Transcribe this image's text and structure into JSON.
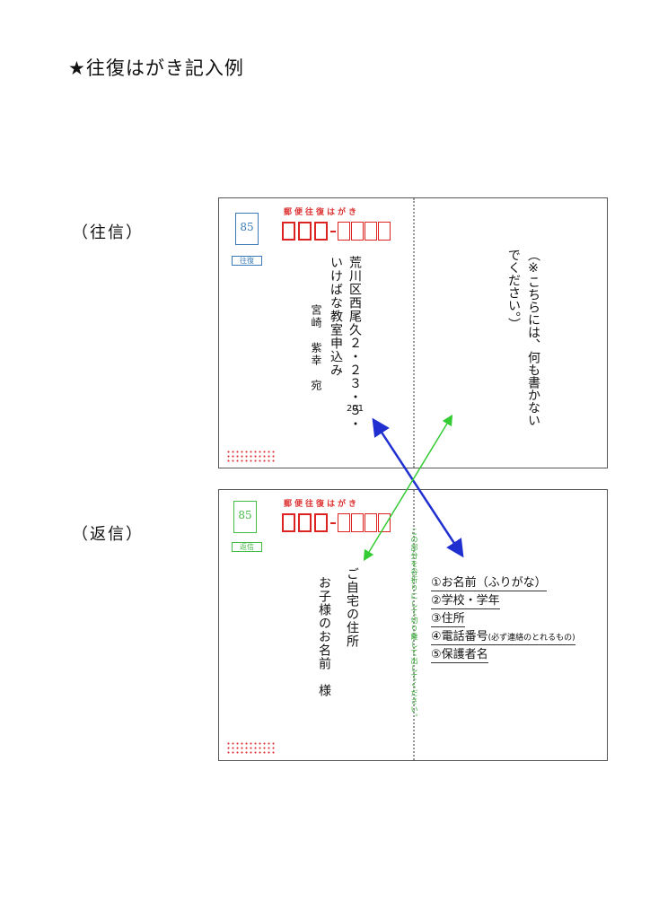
{
  "title": "★往復はがき記入例",
  "labels": {
    "outgoing": "（往信）",
    "reply": "（返信）"
  },
  "outgoing": {
    "header": "郵便往復はがき",
    "stamp_value": "85",
    "stamp_tab": "往復",
    "address_line1": "荒川区西尾久２・２３・５・",
    "address_room": "201",
    "recipient_org": "いけばな教室申込み",
    "recipient_name": "宮崎　紫幸　宛",
    "right_note": "（※こちらには、何も書かないでください。）"
  },
  "reply": {
    "header": "郵便往復はがき",
    "stamp_value": "85",
    "stamp_tab": "返信",
    "address_line": "ご自宅の住所",
    "name_line": "お子様のお名前　様",
    "fold_note": "この部分を谷折りにして切り離して出してください。",
    "items": [
      {
        "main": "①お名前（ふりがな）",
        "sub": ""
      },
      {
        "main": "②学校・学年",
        "sub": ""
      },
      {
        "main": "③住所",
        "sub": ""
      },
      {
        "main": "④電話番号",
        "sub": "(必ず連絡のとれるもの)"
      },
      {
        "main": "⑤保護者名",
        "sub": ""
      }
    ]
  },
  "colors": {
    "red": "#dd2222",
    "blue_stamp": "#3a7ab8",
    "green_stamp": "#44bb44",
    "arrow_blue": "#1f2fd0",
    "arrow_green": "#33cc33"
  }
}
